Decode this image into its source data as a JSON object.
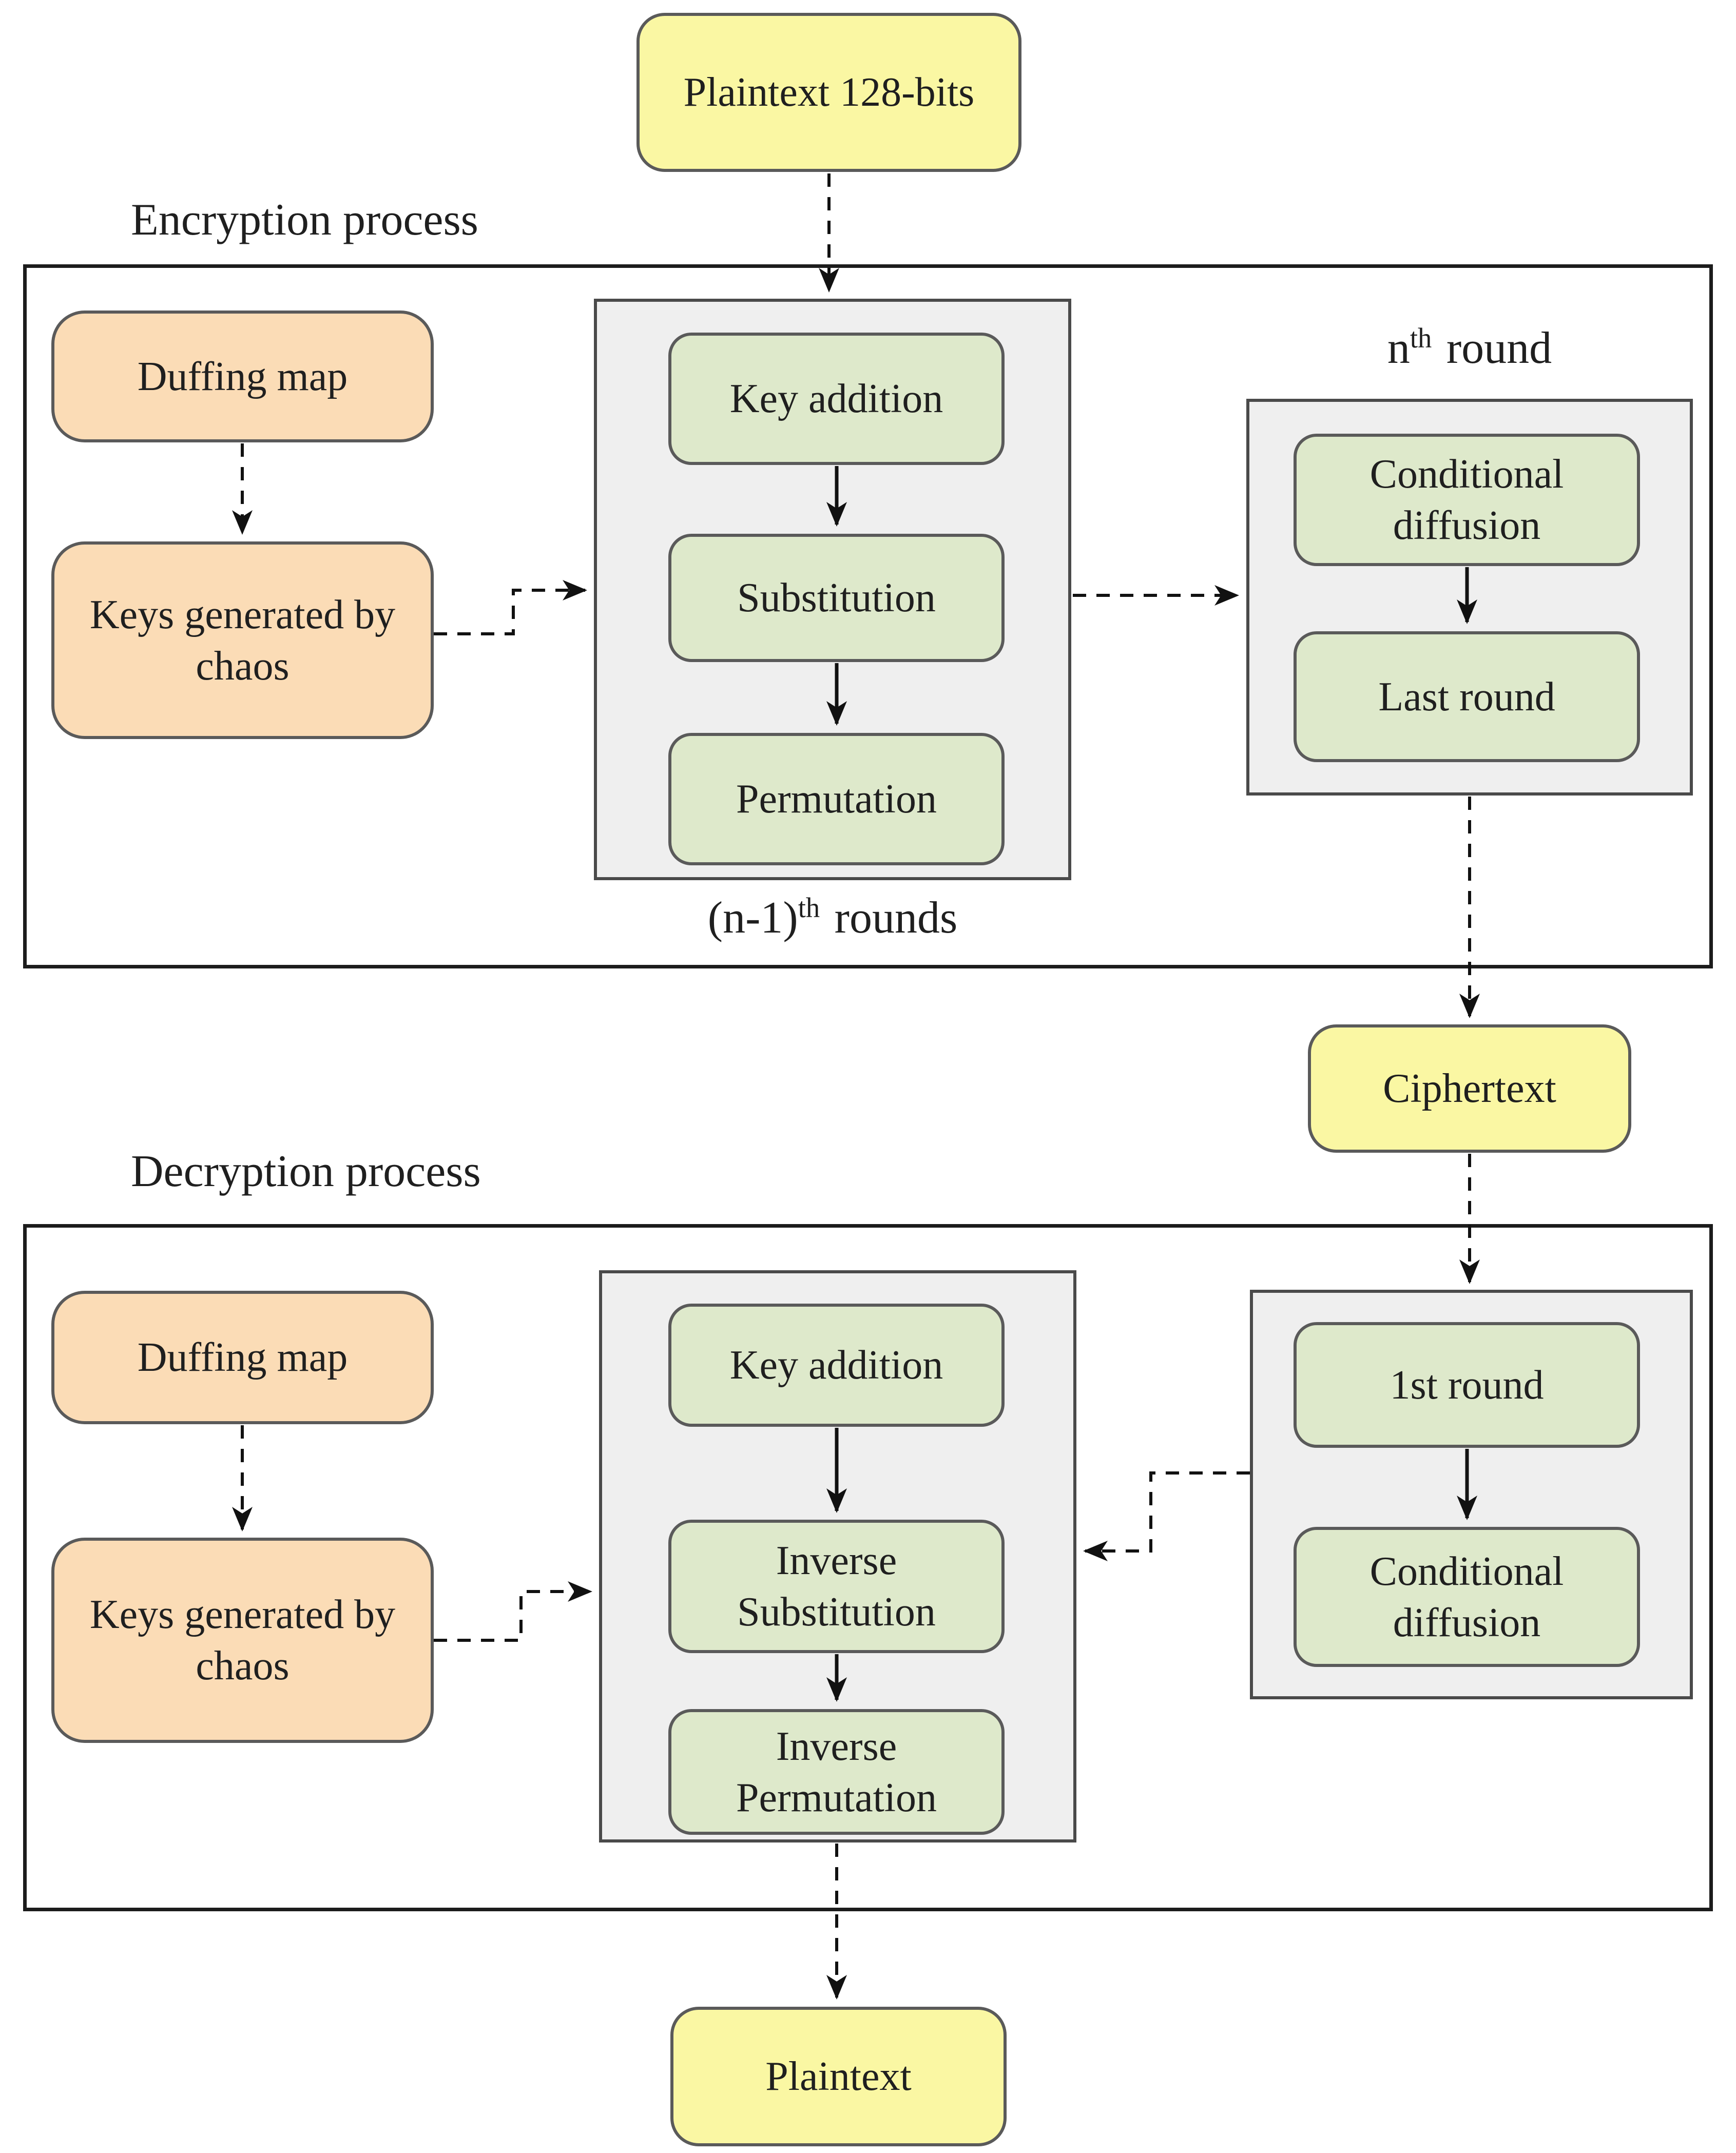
{
  "colors": {
    "yellow_fill": "#faf7a3",
    "orange_fill": "#fbdcb6",
    "green_fill": "#dee9cb",
    "container_fill": "#efefef",
    "box_border": "#5a5a5a",
    "container_border": "#4a4a4a",
    "outer_border": "#1c1c1c",
    "text": "#1f1f1f"
  },
  "top": {
    "plaintext_label": "Plaintext 128-bits"
  },
  "encryption": {
    "title": "Encryption process",
    "duffing_label": "Duffing map",
    "keys_label": "Keys generated by\nchaos",
    "rounds_container": {
      "key_addition": "Key addition",
      "substitution": "Substitution",
      "permutation": "Permutation",
      "caption": {
        "base": "(n-1)",
        "sup": "th",
        "rest": " rounds"
      }
    },
    "final_container": {
      "label": {
        "base": "n",
        "sup": "th",
        "rest": " round"
      },
      "conditional_diffusion": "Conditional\ndiffusion",
      "last_round": "Last round"
    }
  },
  "ciphertext_label": "Ciphertext",
  "decryption": {
    "title": "Decryption process",
    "duffing_label": "Duffing map",
    "keys_label": "Keys generated by\nchaos",
    "rounds_container": {
      "key_addition": "Key addition",
      "inverse_substitution": "Inverse\nSubstitution",
      "inverse_permutation": "Inverse\nPermutation"
    },
    "first_container": {
      "first_round": "1st round",
      "conditional_diffusion": "Conditional\ndiffusion"
    },
    "plaintext_label": "Plaintext"
  }
}
